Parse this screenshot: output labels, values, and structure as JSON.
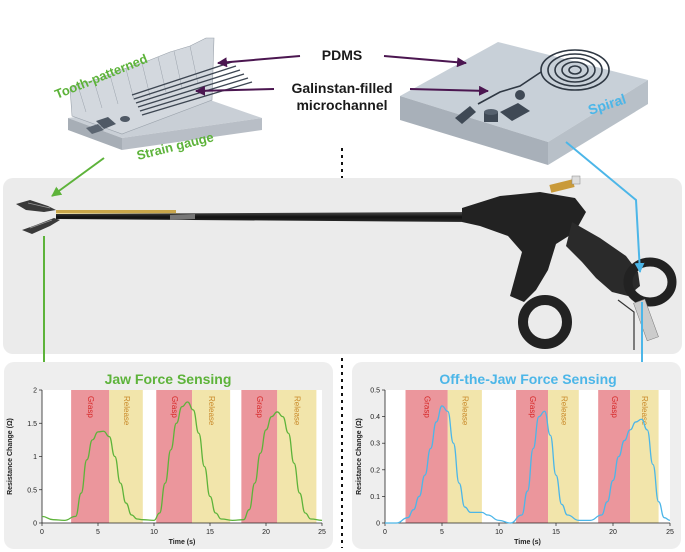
{
  "labels": {
    "pdms": "PDMS",
    "galinstan_line1": "Galinstan-filled",
    "galinstan_line2": "microchannel",
    "tooth_patterned": "Tooth-patterned",
    "strain_gauge": "Strain gauge",
    "spiral": "Spiral"
  },
  "colors": {
    "green": "#5db33a",
    "blue": "#4cb6e8",
    "grasp_bg": "#e8848b",
    "release_bg": "#eedc8f",
    "arrow_purple": "#4b1650",
    "panel_bg": "#eeeeee"
  },
  "icons": [
    "strain-gauge-chip",
    "spiral-sensor-chip",
    "laparoscopic-grasper"
  ],
  "chart_data": [
    {
      "type": "line",
      "title": "Jaw Force Sensing",
      "xlabel": "Time (s)",
      "ylabel": "Resistance Change (Ω)",
      "xlim": [
        0,
        25
      ],
      "ylim": [
        0,
        2
      ],
      "xticks": [
        "0",
        "5",
        "10",
        "15",
        "20",
        "25"
      ],
      "yticks": [
        "0",
        "0.5",
        "1",
        "1.5",
        "2"
      ],
      "phases": [
        {
          "label": "Grasp",
          "start": 2.6,
          "end": 6.0
        },
        {
          "label": "Release",
          "start": 6.0,
          "end": 9.0
        },
        {
          "label": "Grasp",
          "start": 10.2,
          "end": 13.4
        },
        {
          "label": "Release",
          "start": 13.4,
          "end": 16.8
        },
        {
          "label": "Grasp",
          "start": 17.8,
          "end": 21.0
        },
        {
          "label": "Release",
          "start": 21.0,
          "end": 24.5
        }
      ],
      "series": [
        {
          "color": "#5db33a",
          "x": [
            0,
            1,
            2,
            3,
            3.5,
            4,
            4.5,
            5,
            5.5,
            6,
            6.5,
            7,
            7.5,
            8,
            8.5,
            9,
            10,
            10.5,
            11,
            11.5,
            12,
            12.5,
            13,
            13.5,
            14,
            14.5,
            15,
            15.5,
            16,
            17,
            18,
            18.5,
            19,
            19.5,
            20,
            20.5,
            21,
            21.5,
            22,
            22.5,
            23,
            23.5,
            24,
            25
          ],
          "y": [
            0.1,
            0.05,
            0.04,
            0.1,
            0.45,
            0.95,
            1.25,
            1.37,
            1.38,
            1.3,
            1.0,
            0.6,
            0.3,
            0.12,
            0.06,
            0.05,
            0.04,
            0.15,
            0.6,
            1.1,
            1.5,
            1.75,
            1.82,
            1.7,
            1.35,
            0.85,
            0.4,
            0.15,
            0.06,
            0.04,
            0.05,
            0.2,
            0.6,
            1.05,
            1.4,
            1.6,
            1.67,
            1.6,
            1.35,
            0.9,
            0.45,
            0.15,
            0.06,
            0.04
          ]
        }
      ]
    },
    {
      "type": "line",
      "title": "Off-the-Jaw Force Sensing",
      "xlabel": "Time (s)",
      "ylabel": "Resistance Change (Ω)",
      "xlim": [
        0,
        25
      ],
      "ylim": [
        0,
        0.5
      ],
      "xticks": [
        "0",
        "5",
        "10",
        "15",
        "20",
        "25"
      ],
      "yticks": [
        "0",
        "0.1",
        "0.2",
        "0.3",
        "0.4",
        "0.5"
      ],
      "phases": [
        {
          "label": "Grasp",
          "start": 1.8,
          "end": 5.5
        },
        {
          "label": "Release",
          "start": 5.5,
          "end": 8.5
        },
        {
          "label": "Grasp",
          "start": 11.5,
          "end": 14.3
        },
        {
          "label": "Release",
          "start": 14.3,
          "end": 17.0
        },
        {
          "label": "Grasp",
          "start": 18.7,
          "end": 21.5
        },
        {
          "label": "Release",
          "start": 21.5,
          "end": 24.0
        }
      ],
      "series": [
        {
          "color": "#4cb6e8",
          "x": [
            0,
            1,
            2,
            2.5,
            3,
            3.5,
            4,
            4.5,
            5,
            5.5,
            6,
            6.5,
            7,
            7.5,
            8,
            8.5,
            9,
            10,
            11,
            12,
            12.5,
            13,
            13.5,
            14,
            14.5,
            15,
            15.5,
            16,
            17,
            18,
            19,
            19.5,
            20,
            20.5,
            21,
            21.5,
            22,
            22.5,
            23,
            23.5,
            24,
            24.5,
            25
          ],
          "y": [
            0,
            0,
            0.02,
            0.05,
            0.1,
            0.18,
            0.28,
            0.38,
            0.44,
            0.42,
            0.3,
            0.15,
            0.06,
            0.04,
            0.04,
            0.04,
            0.03,
            0.01,
            0.0,
            0.03,
            0.12,
            0.28,
            0.4,
            0.42,
            0.33,
            0.18,
            0.07,
            0.03,
            0.01,
            0.01,
            0.03,
            0.08,
            0.16,
            0.25,
            0.31,
            0.35,
            0.38,
            0.39,
            0.35,
            0.22,
            0.08,
            0.02,
            0.01
          ]
        }
      ]
    }
  ]
}
